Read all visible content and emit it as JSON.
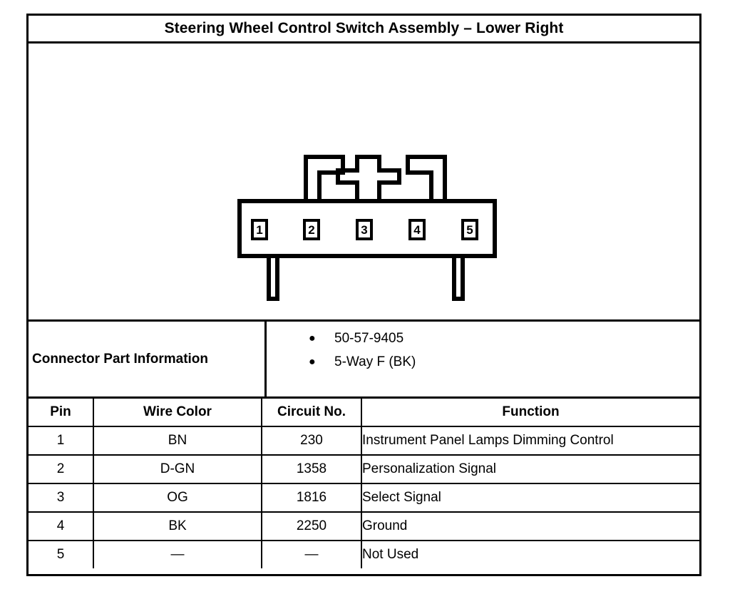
{
  "document": {
    "title": "Steering Wheel Control Switch Assembly – Lower Right"
  },
  "connector_diagram": {
    "type": "5-way connector face view",
    "pin_labels": [
      "1",
      "2",
      "3",
      "4",
      "5"
    ]
  },
  "connector_part_information": {
    "label": "Connector Part Information",
    "bullet_glyph": "●",
    "items": [
      "50-57-9405",
      "5-Way F (BK)"
    ]
  },
  "pin_table": {
    "headers": {
      "pin": "Pin",
      "wire_color": "Wire Color",
      "circuit_no": "Circuit No.",
      "function": "Function"
    },
    "rows": [
      {
        "pin": "1",
        "wire_color": "BN",
        "circuit_no": "230",
        "function": "Instrument Panel Lamps Dimming Control"
      },
      {
        "pin": "2",
        "wire_color": "D-GN",
        "circuit_no": "1358",
        "function": "Personalization Signal"
      },
      {
        "pin": "3",
        "wire_color": "OG",
        "circuit_no": "1816",
        "function": "Select Signal"
      },
      {
        "pin": "4",
        "wire_color": "BK",
        "circuit_no": "2250",
        "function": "Ground"
      },
      {
        "pin": "5",
        "wire_color": "—",
        "circuit_no": "—",
        "function": "Not Used"
      }
    ]
  },
  "colors": {
    "line": "#000000",
    "background": "#ffffff"
  }
}
